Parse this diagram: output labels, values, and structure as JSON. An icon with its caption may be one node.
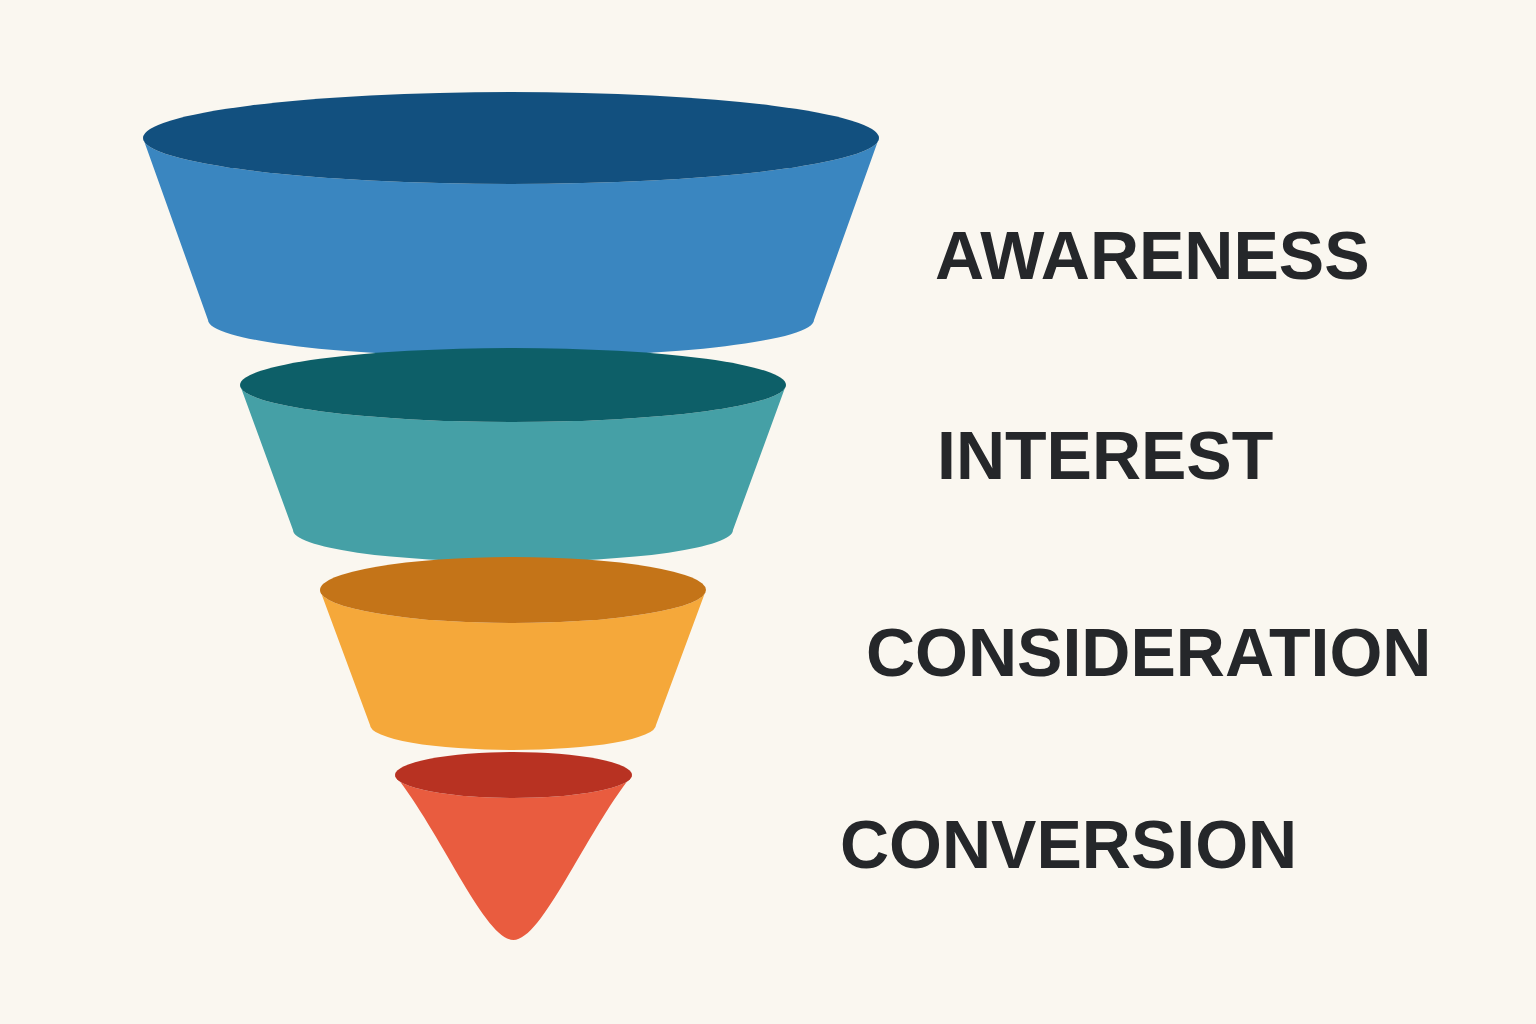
{
  "diagram": {
    "nodes": [
      {
        "text": [],
        "shape": "band",
        "beside": [
          "AWARENESS"
        ]
      },
      {
        "text": [],
        "shape": "band",
        "beside": [
          "INTEREST"
        ]
      },
      {
        "text": [],
        "shape": "band",
        "beside": [
          "CONSIDERATION"
        ]
      },
      {
        "text": [],
        "shape": "cone",
        "beside": [
          "CONVERSION"
        ]
      }
    ]
  }
}
